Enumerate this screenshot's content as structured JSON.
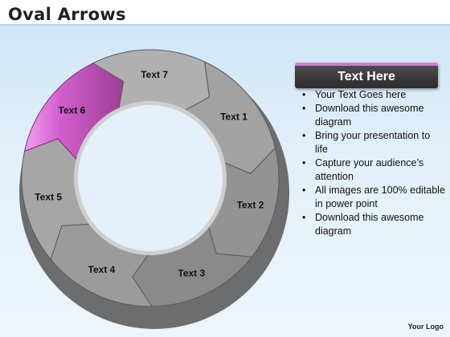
{
  "title": "Oval Arrows",
  "segments": [
    "Text 1",
    "Text 2",
    "Text 3",
    "Text 4",
    "Text 5",
    "Text 6",
    "Text 7"
  ],
  "highlight_index": 5,
  "colors": {
    "segment": "#8f8f8f",
    "segment_light": "#b5b5b5",
    "segment_dark": "#6a6a6a",
    "highlight": "#b04aa6",
    "highlight_light": "#ec86e6",
    "panel_accent": "#d27ad4"
  },
  "panel": {
    "header": "Text Here",
    "bullets": [
      "Your Text Goes here",
      "Download this awesome diagram",
      "Bring your presentation to life",
      "Capture your audience’s attention",
      "All images are 100% editable in power point",
      "Download this awesome diagram"
    ]
  },
  "footer": "Your Logo"
}
